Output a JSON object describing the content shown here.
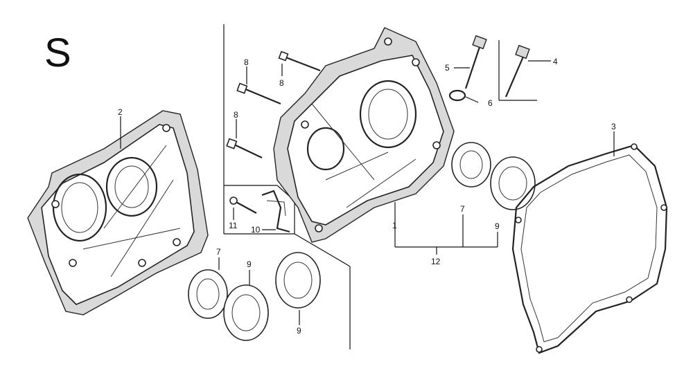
{
  "diagram": {
    "section_letter": "S",
    "callouts": {
      "c1": "1",
      "c2": "2",
      "c3": "3",
      "c4": "4",
      "c5": "5",
      "c6": "6",
      "c7a": "7",
      "c7b": "7",
      "c8a": "8",
      "c8b": "8",
      "c8c": "8",
      "c9a": "9",
      "c9b": "9",
      "c9c": "9",
      "c10": "10",
      "c11": "11",
      "c12": "12"
    }
  }
}
